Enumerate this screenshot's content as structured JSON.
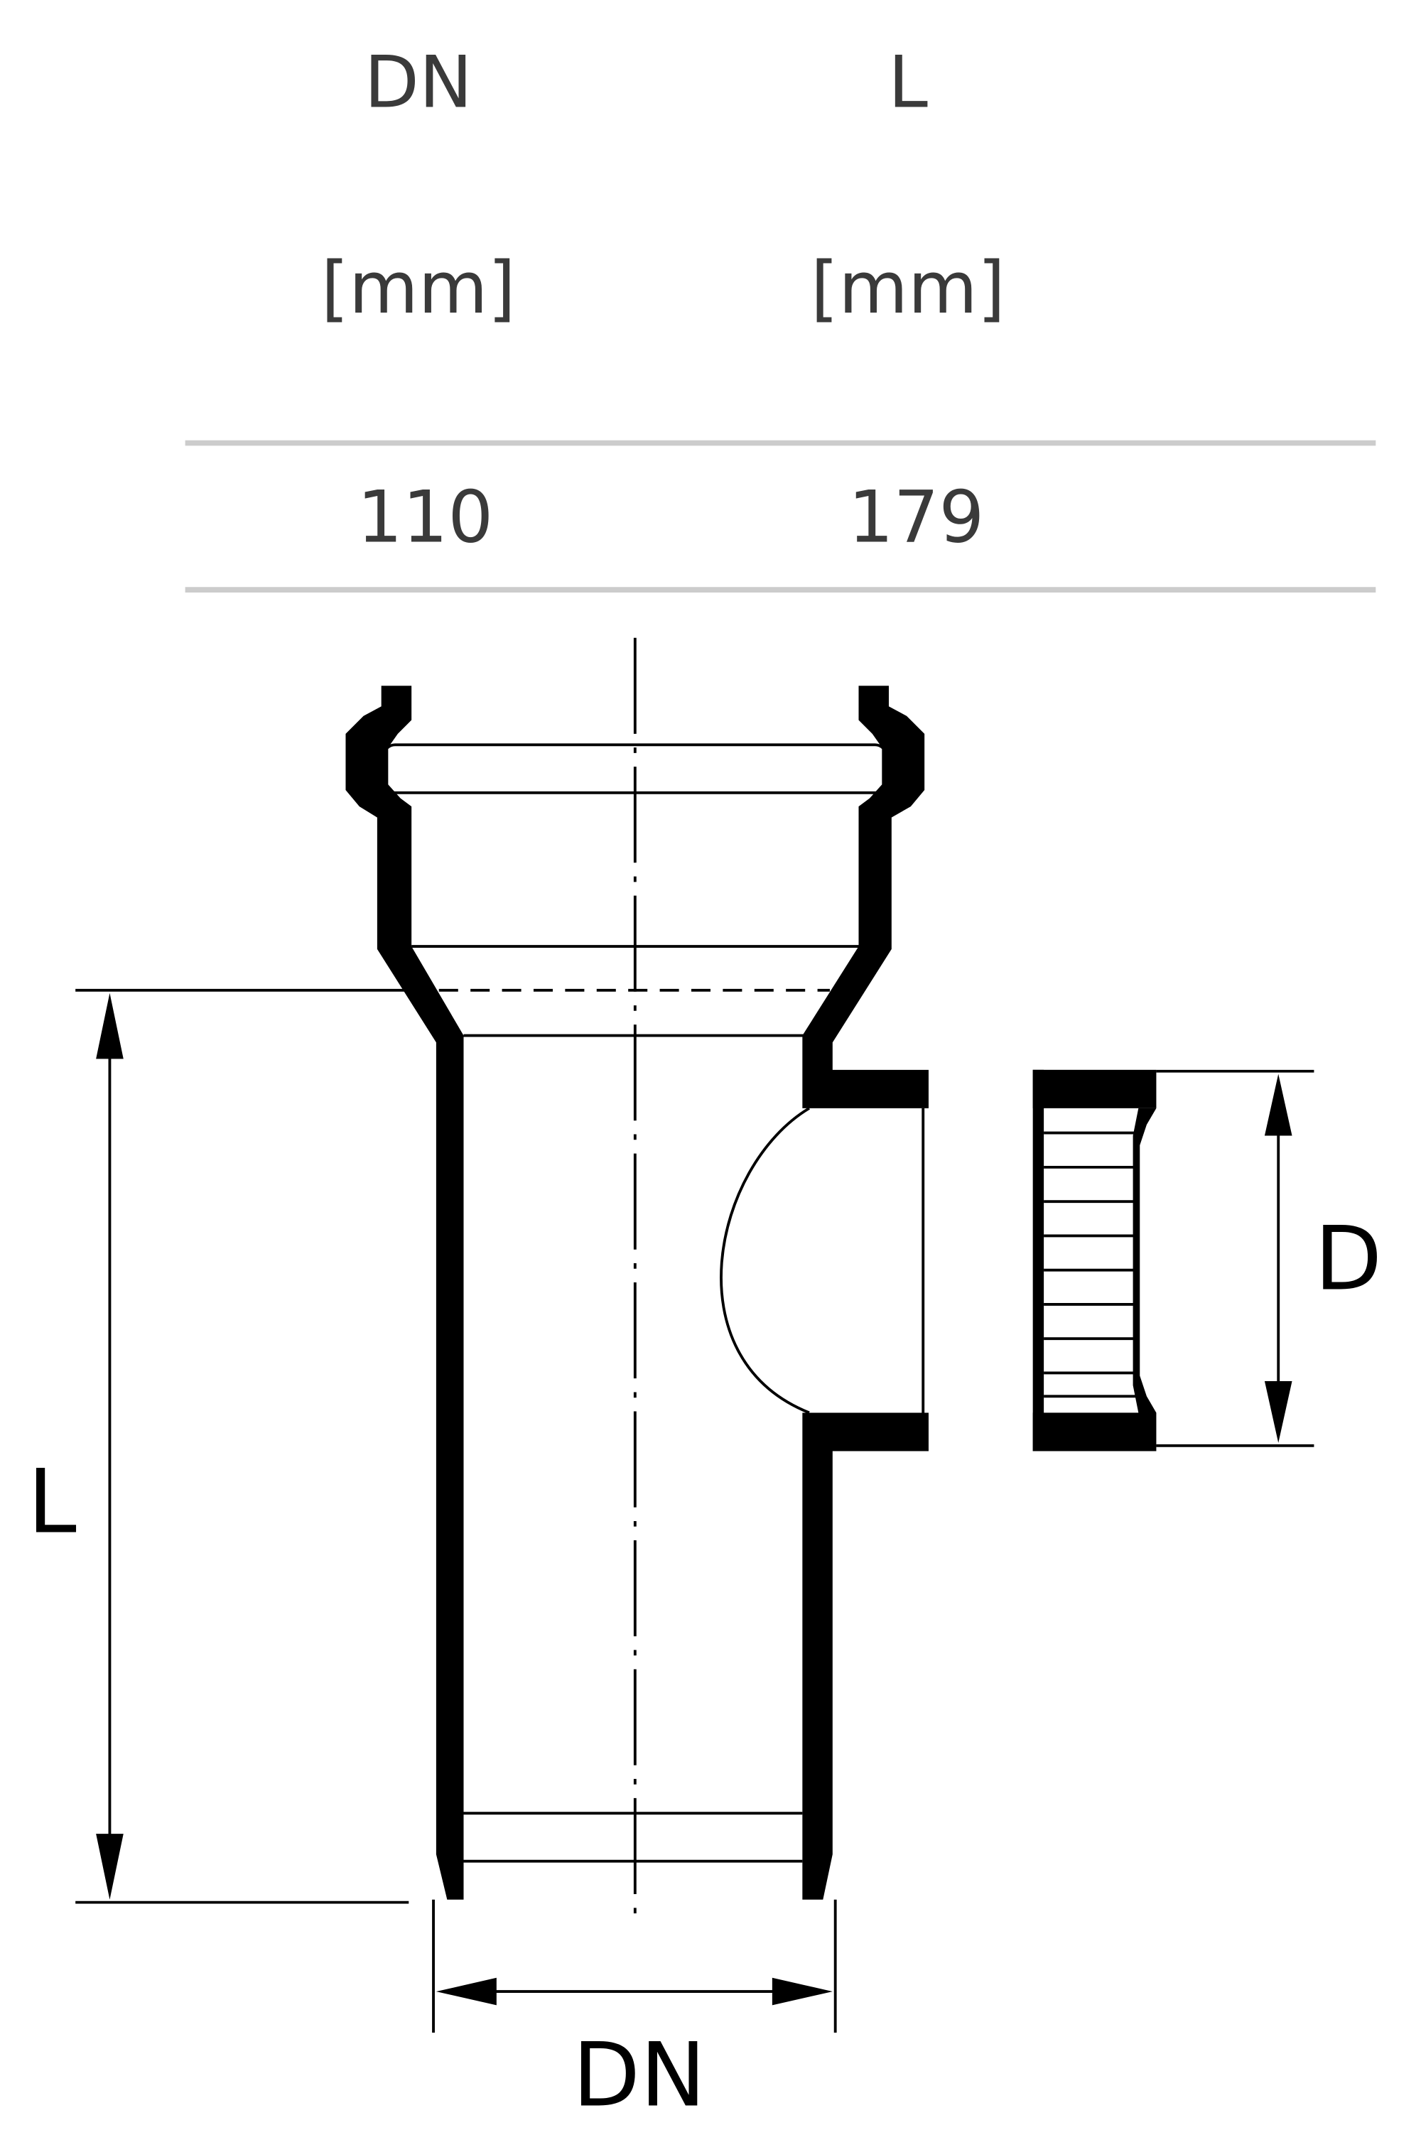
{
  "table": {
    "columns": [
      {
        "name": "DN",
        "unit": "[mm]"
      },
      {
        "name": "L",
        "unit": "[mm]"
      }
    ],
    "rows": [
      [
        "110",
        "179"
      ]
    ]
  },
  "drawing": {
    "labels": {
      "length": "L",
      "diameter": "DN",
      "plug_diameter": "D"
    }
  },
  "colors": {
    "text": "#3a3a3a",
    "rule": "#cccccc",
    "ink": "#000000"
  }
}
